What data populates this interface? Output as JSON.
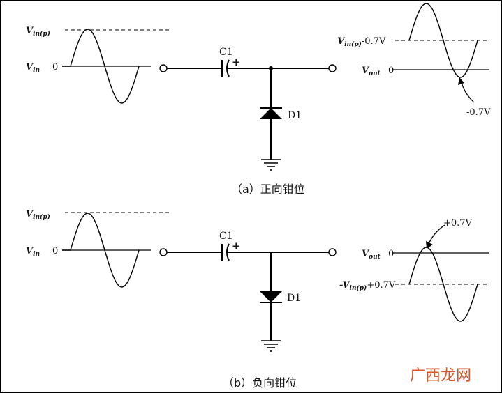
{
  "panel_a": {
    "input": {
      "label_peak": "V",
      "label_peak_sub": "in(p)",
      "label_signal": "V",
      "label_signal_sub": "in",
      "zero": "0"
    },
    "circuit": {
      "capacitor": "C1",
      "capacitor_polarity": "+",
      "diode": "D1"
    },
    "output": {
      "label_level": "V",
      "label_level_sub": "in(p)",
      "label_level_suffix": "-0.7V",
      "label_signal": "V",
      "label_signal_sub": "out",
      "zero": "0",
      "annotation": "-0.7V"
    },
    "caption": "（a）正向钳位"
  },
  "panel_b": {
    "input": {
      "label_peak": "V",
      "label_peak_sub": "in(p)",
      "label_signal": "V",
      "label_signal_sub": "in",
      "zero": "0"
    },
    "circuit": {
      "capacitor": "C1",
      "capacitor_polarity": "+",
      "diode": "D1"
    },
    "output": {
      "label_signal": "V",
      "label_signal_sub": "out",
      "zero": "0",
      "label_level_prefix": "-V",
      "label_level_sub": "in(p)",
      "label_level_suffix": "+0.7V",
      "annotation": "+0.7V"
    },
    "caption": "（b）负向钳位"
  },
  "watermark": {
    "text": "广西龙网"
  }
}
